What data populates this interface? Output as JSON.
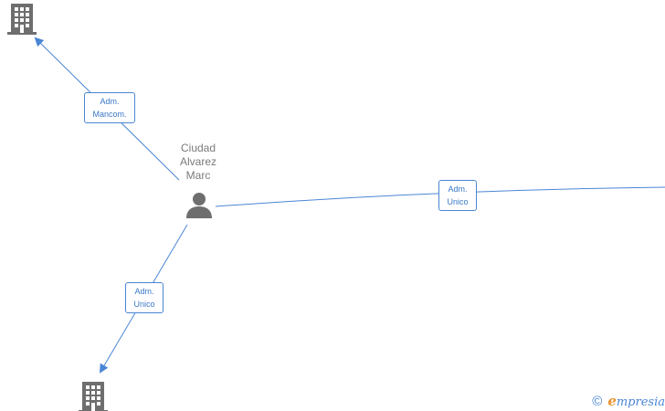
{
  "person": {
    "name_lines": [
      "Ciudad",
      "Alvarez",
      "Marc"
    ],
    "icon": "person-icon"
  },
  "companies": [
    {
      "id": "company-top-left",
      "icon": "building-icon"
    },
    {
      "id": "company-bottom-left",
      "icon": "building-icon"
    }
  ],
  "relations": [
    {
      "label_lines": [
        "Adm.",
        "Mancom."
      ],
      "target": "company-top-left"
    },
    {
      "label_lines": [
        "Adm.",
        "Unico"
      ],
      "target": "company-right"
    },
    {
      "label_lines": [
        "Adm.",
        "Unico"
      ],
      "target": "company-bottom-left"
    }
  ],
  "watermark": {
    "copyright": "©",
    "brand_initial": "e",
    "brand_rest": "mpresia"
  },
  "colors": {
    "edge": "#4a86d4",
    "icon": "#6e6e6e",
    "label_text": "#3b78c8",
    "person_label": "#7a7a7a",
    "brand_accent": "#e8912d"
  }
}
